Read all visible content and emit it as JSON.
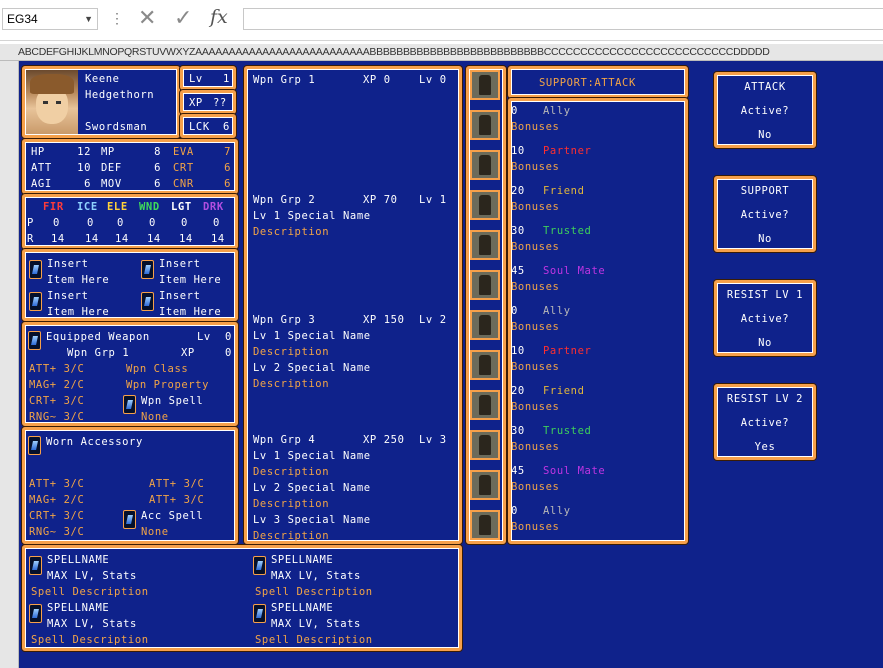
{
  "excel": {
    "name_box": "EG34",
    "dots": "⋮",
    "cancel_icon": "✕",
    "enter_icon": "✓",
    "fx_label": "fx",
    "formula_value": "",
    "column_strip": "ABCDEFGHIJKLMNOPQRSTUVWXYZAAAAAAAAAAAAAAAAAAAAAAAAAABBBBBBBBBBBBBBBBBBBBBBBBBBCCCCCCCCCCCCCCCCCCCCCCCCCCDDDDD"
  },
  "character": {
    "name": "Keene",
    "surname": "Hedgethorn",
    "class": "Swordsman",
    "lv_label": "Lv",
    "lv_value": "1",
    "xp_label": "XP",
    "xp_value": "??",
    "lck_label": "LCK",
    "lck_value": "6"
  },
  "stats": [
    {
      "a": "HP",
      "av": "12",
      "b": "MP",
      "bv": "8",
      "c": "EVA",
      "cv": "7"
    },
    {
      "a": "ATT",
      "av": "10",
      "b": "DEF",
      "bv": "6",
      "c": "CRT",
      "cv": "6"
    },
    {
      "a": "AGI",
      "av": "6",
      "b": "MOV",
      "bv": "6",
      "c": "CNR",
      "cv": "6"
    }
  ],
  "elements": {
    "headers": [
      "FIR",
      "ICE",
      "ELE",
      "WND",
      "LGT",
      "DRK"
    ],
    "header_colors": [
      "#ff3b3b",
      "#8fd3ff",
      "#ffd23a",
      "#3fdc5a",
      "#ffffff",
      "#b04ee0"
    ],
    "p_label": "P",
    "p_values": [
      "0",
      "0",
      "0",
      "0",
      "0",
      "0"
    ],
    "r_label": "R",
    "r_values": [
      "14",
      "14",
      "14",
      "14",
      "14",
      "14"
    ]
  },
  "items": [
    {
      "line1": "Insert",
      "line2": "Item Here"
    },
    {
      "line1": "Insert",
      "line2": "Item Here"
    },
    {
      "line1": "Insert",
      "line2": "Item Here"
    },
    {
      "line1": "Insert",
      "line2": "Item Here"
    }
  ],
  "weapon": {
    "title": "Equipped Weapon",
    "lv_label": "Lv",
    "lv_value": "0",
    "grp": "Wpn Grp 1",
    "xp_label": "XP",
    "xp_value": "0",
    "stats": [
      "ATT+ 3/C",
      "MAG+ 2/C",
      "CRT+ 3/C",
      "RNG~ 3/C"
    ],
    "class": "Wpn Class",
    "property": "Wpn Property",
    "spell": "Wpn Spell",
    "spell_value": "None"
  },
  "accessory": {
    "title": "Worn Accessory",
    "stats_left": [
      "ATT+ 3/C",
      "MAG+ 2/C",
      "CRT+ 3/C",
      "RNG~ 3/C"
    ],
    "stats_right": [
      "ATT+ 3/C",
      "ATT+ 3/C"
    ],
    "spell": "Acc Spell",
    "spell_value": "None"
  },
  "weapon_groups": [
    {
      "name": "Wpn Grp 1",
      "xp": "XP 0",
      "lv": "Lv 0",
      "lines": []
    },
    {
      "name": "Wpn Grp 2",
      "xp": "XP 70",
      "lv": "Lv 1",
      "lines": [
        {
          "text": "Lv 1 Special Name",
          "kind": "white"
        },
        {
          "text": "Description",
          "kind": "orange"
        }
      ]
    },
    {
      "name": "Wpn Grp 3",
      "xp": "XP 150",
      "lv": "Lv 2",
      "lines": [
        {
          "text": "Lv 1 Special Name",
          "kind": "white"
        },
        {
          "text": "Description",
          "kind": "orange"
        },
        {
          "text": "Lv 2 Special Name",
          "kind": "white"
        },
        {
          "text": "Description",
          "kind": "orange"
        }
      ]
    },
    {
      "name": "Wpn Grp 4",
      "xp": "XP 250",
      "lv": "Lv 3",
      "lines": [
        {
          "text": "Lv 1 Special Name",
          "kind": "white"
        },
        {
          "text": "Description",
          "kind": "orange"
        },
        {
          "text": "Lv 2 Special Name",
          "kind": "white"
        },
        {
          "text": "Description",
          "kind": "orange"
        },
        {
          "text": "Lv 3 Special Name",
          "kind": "white"
        },
        {
          "text": "Description",
          "kind": "orange"
        }
      ]
    }
  ],
  "support": {
    "title": "SUPPORT:ATTACK",
    "bonuses_label": "Bonuses",
    "rows": [
      {
        "num": "0",
        "rank": "Ally",
        "kind": "gray"
      },
      {
        "num": "10",
        "rank": "Partner",
        "kind": "red"
      },
      {
        "num": "20",
        "rank": "Friend",
        "kind": "gold"
      },
      {
        "num": "30",
        "rank": "Trusted",
        "kind": "green"
      },
      {
        "num": "45",
        "rank": "Soul Mate",
        "kind": "purple"
      },
      {
        "num": "0",
        "rank": "Ally",
        "kind": "gray"
      },
      {
        "num": "10",
        "rank": "Partner",
        "kind": "red"
      },
      {
        "num": "20",
        "rank": "Friend",
        "kind": "gold"
      },
      {
        "num": "30",
        "rank": "Trusted",
        "kind": "green"
      },
      {
        "num": "45",
        "rank": "Soul Mate",
        "kind": "purple"
      },
      {
        "num": "0",
        "rank": "Ally",
        "kind": "gray"
      }
    ]
  },
  "status_boxes": [
    {
      "title": "ATTACK",
      "question": "Active?",
      "value": "No"
    },
    {
      "title": "SUPPORT",
      "question": "Active?",
      "value": "No"
    },
    {
      "title": "RESIST LV 1",
      "question": "Active?",
      "value": "No"
    },
    {
      "title": "RESIST LV 2",
      "question": "Active?",
      "value": "Yes"
    }
  ],
  "spells": [
    {
      "name": "SPELLNAME",
      "stats": "MAX LV, Stats",
      "desc": "Spell Description"
    },
    {
      "name": "SPELLNAME",
      "stats": "MAX LV, Stats",
      "desc": "Spell Description"
    },
    {
      "name": "SPELLNAME",
      "stats": "MAX LV, Stats",
      "desc": "Spell Description"
    },
    {
      "name": "SPELLNAME",
      "stats": "MAX LV, Stats",
      "desc": "Spell Description"
    }
  ]
}
